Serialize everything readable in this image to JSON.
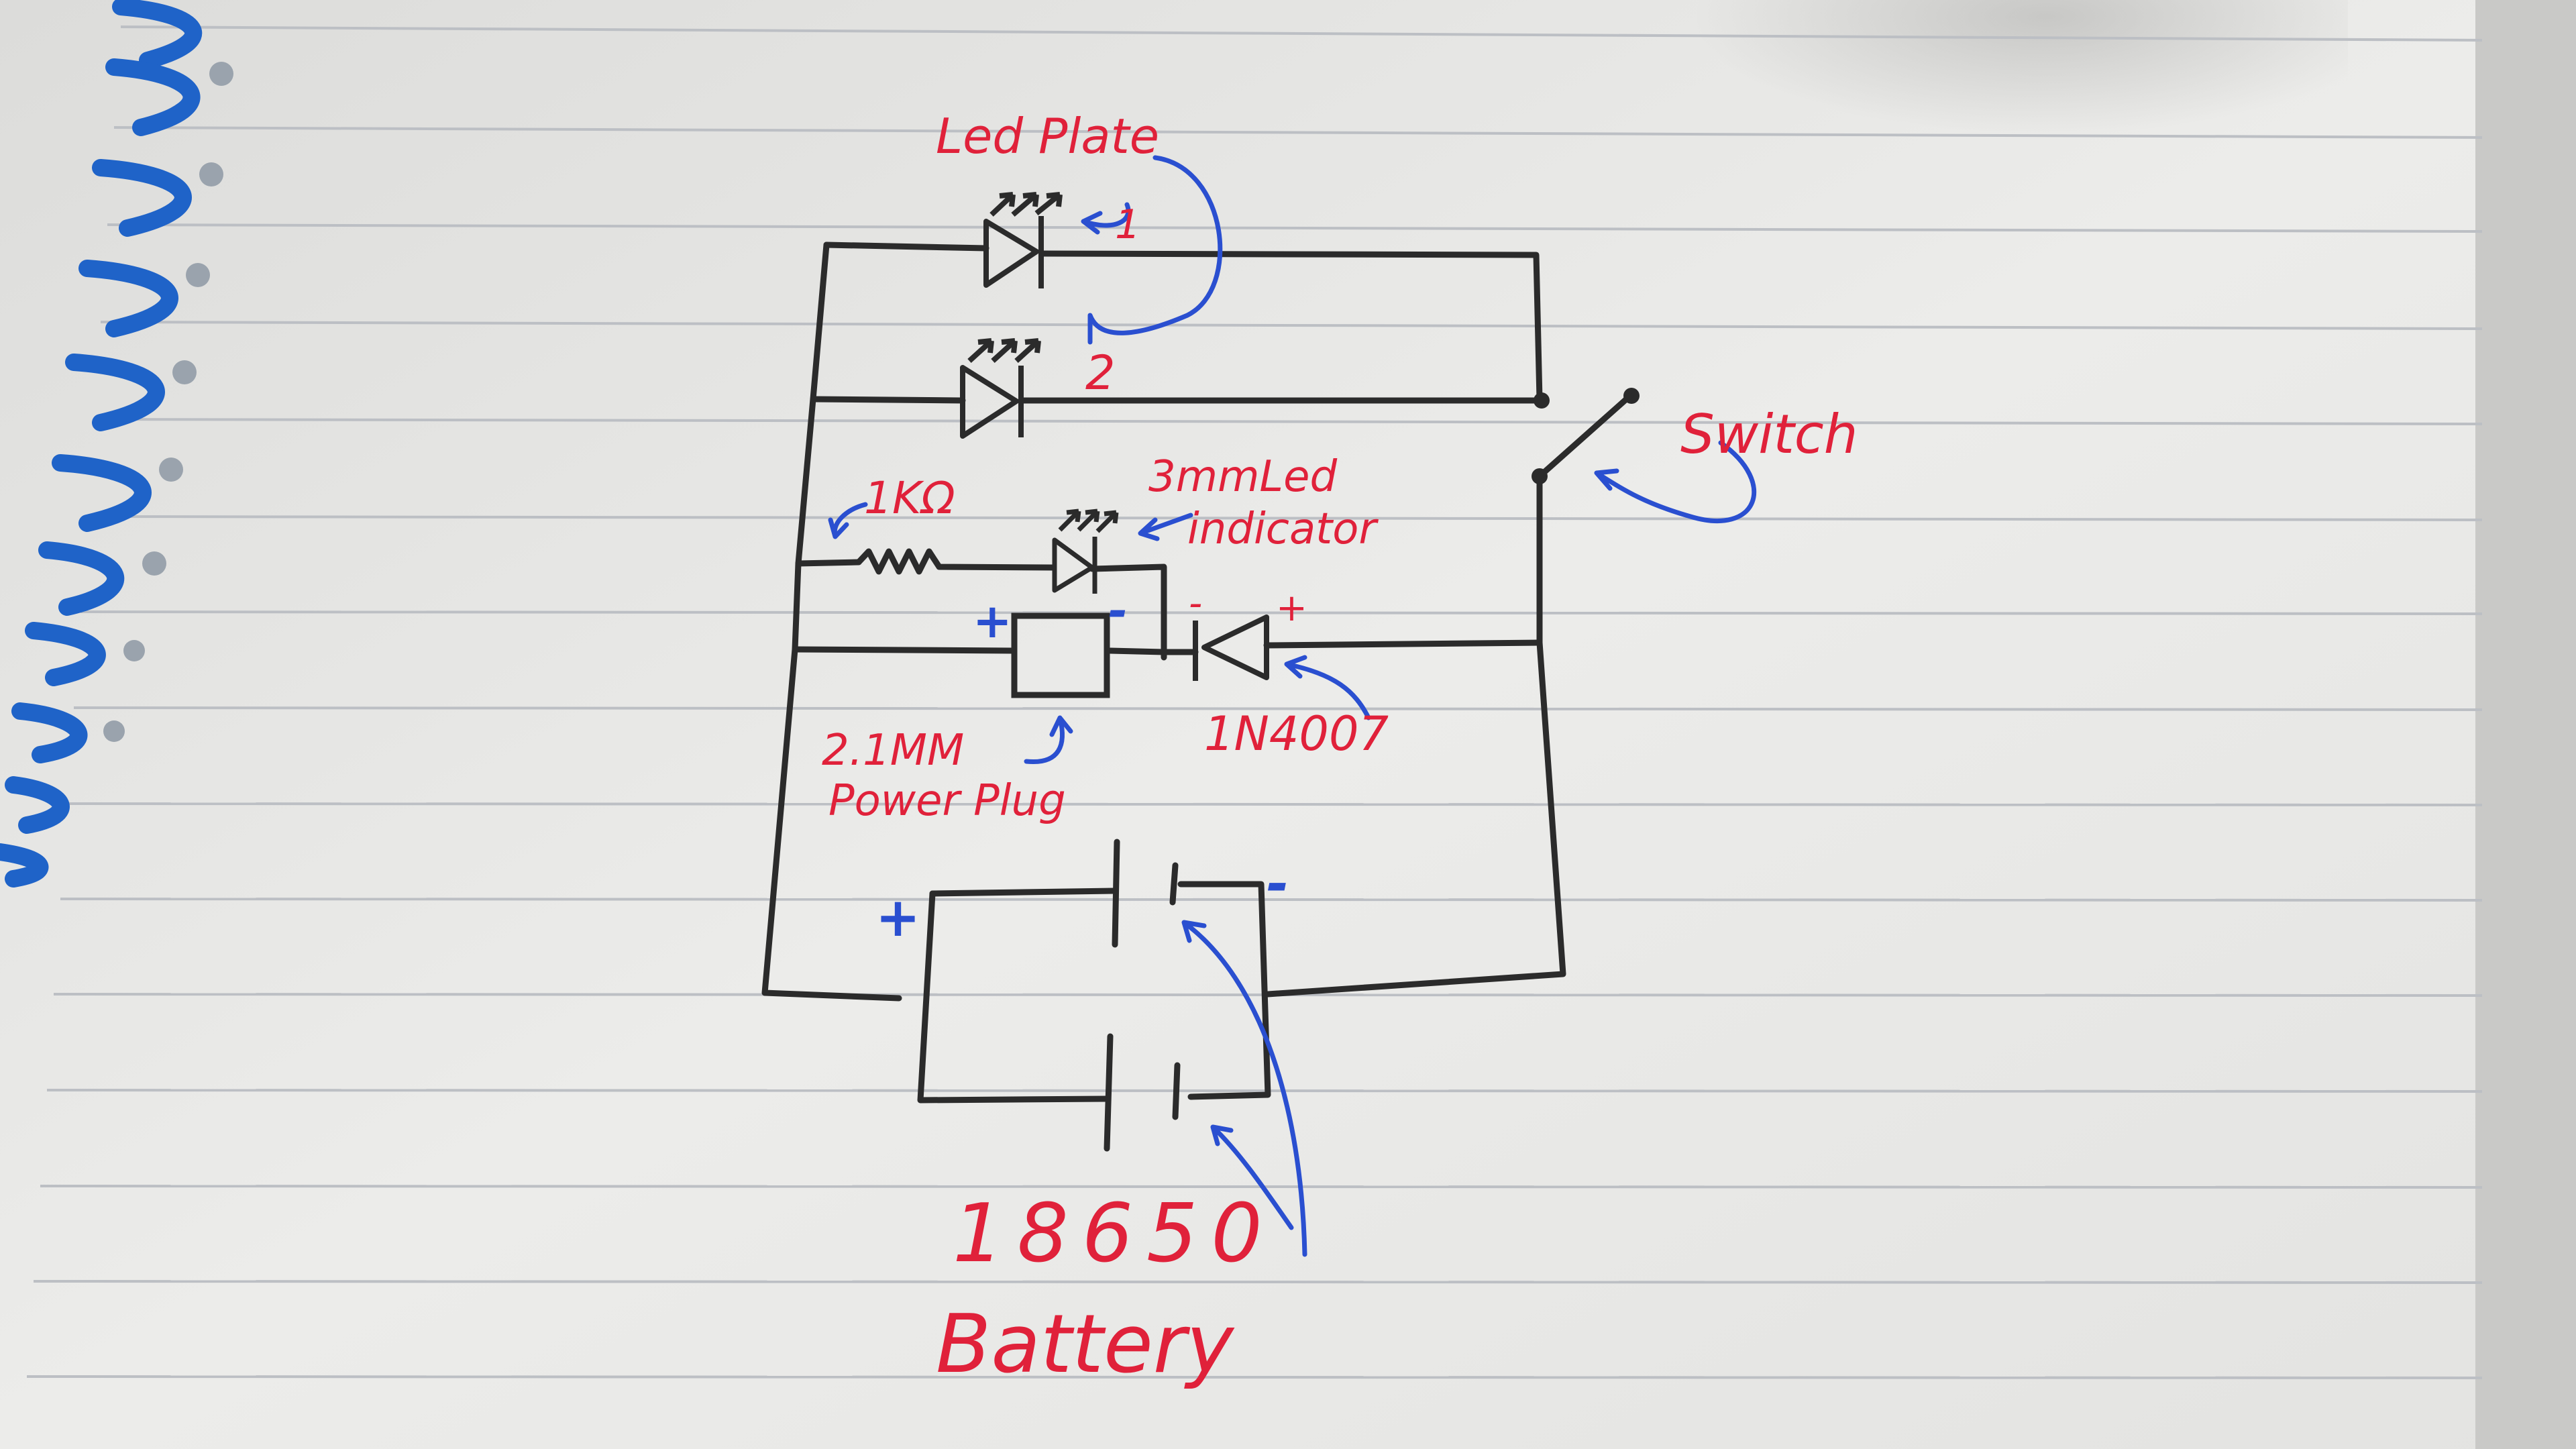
{
  "labels": {
    "led_plate": "Led Plate",
    "led1_num": "1",
    "led2_num": "2",
    "resistor": "1KΩ",
    "indicator_line1": "3mmLed",
    "indicator_line2": "indicator",
    "plus_jack": "+",
    "minus_jack": "-",
    "diode_minus": "-",
    "diode_plus": "+",
    "diode_part": "1N4007",
    "plug_line1": "2.1MM",
    "plug_line2": "Power Plug",
    "switch": "Switch",
    "batt_plus": "+",
    "batt_minus": "-",
    "battery_line1": "18650",
    "battery_line2": "Battery"
  },
  "colors": {
    "ink_black": "#2b2b2b",
    "ink_red": "#e0213a",
    "ink_blue": "#2a4fd0",
    "paper": "#e9e9e7",
    "rule_line": "#b9bcc0",
    "spiral": "#1f63c8"
  }
}
